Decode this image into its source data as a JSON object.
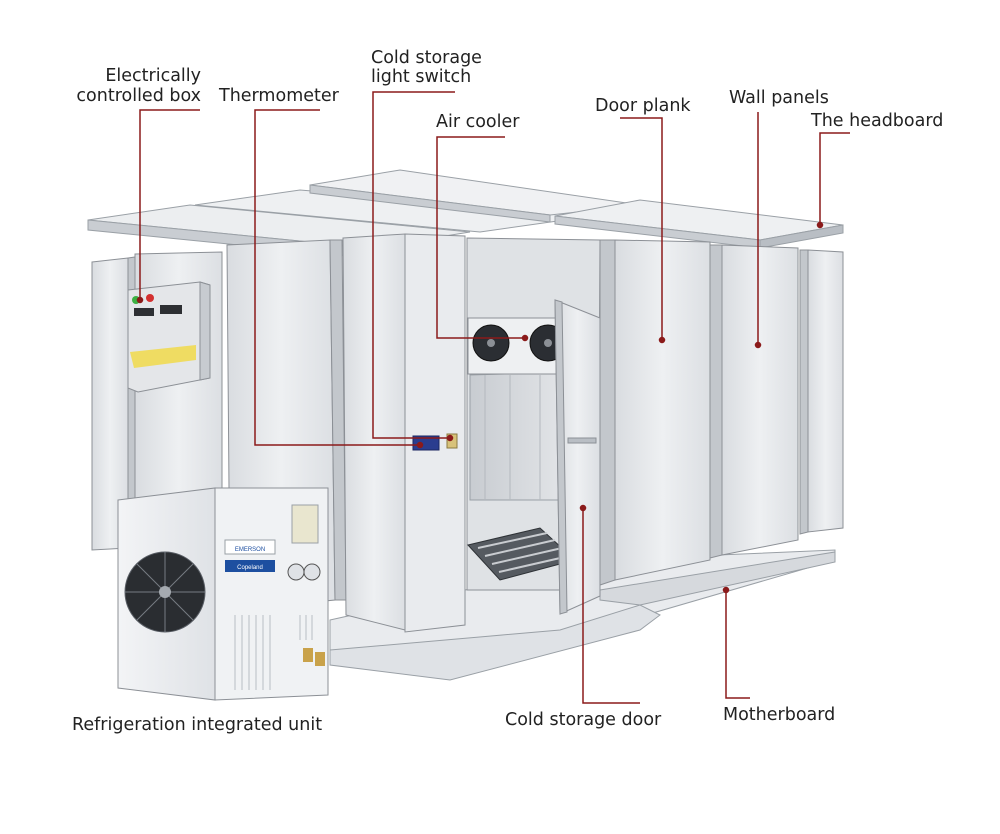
{
  "labels": {
    "electrically_controlled_box": [
      "Electrically",
      "controlled box"
    ],
    "thermometer": "Thermometer",
    "light_switch": [
      "Cold storage",
      "light switch"
    ],
    "air_cooler": "Air cooler",
    "door_plank": "Door plank",
    "wall_panels": "Wall panels",
    "headboard": "The headboard",
    "refrigeration_unit": "Refrigeration integrated unit",
    "cold_storage_door": "Cold storage door",
    "motherboard": "Motherboard"
  },
  "unit_text": {
    "brand_1": "EMERSON",
    "brand_2": "Copeland"
  },
  "colors": {
    "leader_line": "#8b1a1a",
    "panel": "#e7e9ec",
    "panel_shade": "#cfd3d8",
    "panel_edge": "#8c9096",
    "unit_body": "#eef0f3",
    "brand_blue": "#1d4fa0"
  }
}
